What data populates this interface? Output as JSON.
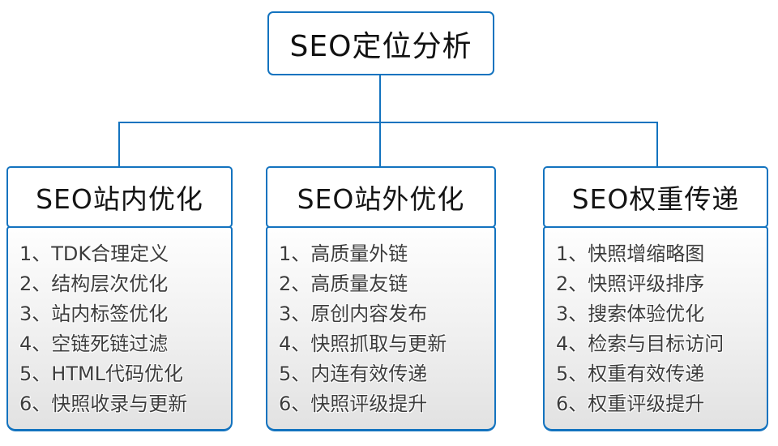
{
  "diagram": {
    "root": {
      "label": "SEO定位分析"
    },
    "branches": [
      {
        "title": "SEO站内优化",
        "items": [
          "1、TDK合理定义",
          "2、结构层次优化",
          "3、站内标签优化",
          "4、空链死链过滤",
          "5、HTML代码优化",
          "6、快照收录与更新"
        ]
      },
      {
        "title": "SEO站外优化",
        "items": [
          "1、高质量外链",
          "2、高质量友链",
          "3、原创内容发布",
          "4、快照抓取与更新",
          "5、内连有效传递",
          "6、快照评级提升"
        ]
      },
      {
        "title": "SEO权重传递",
        "items": [
          "1、快照增缩略图",
          "2、快照评级排序",
          "3、搜索体验优化",
          "4、检索与目标访问",
          "5、权重有效传递",
          "6、权重评级提升"
        ]
      }
    ],
    "colors": {
      "connector_and_border": "#1373bf",
      "item_text": "#3d3d3d",
      "title_text": "#141414",
      "list_gradient_top": "#fefefe",
      "list_gradient_bottom": "#e2e2e2"
    }
  }
}
